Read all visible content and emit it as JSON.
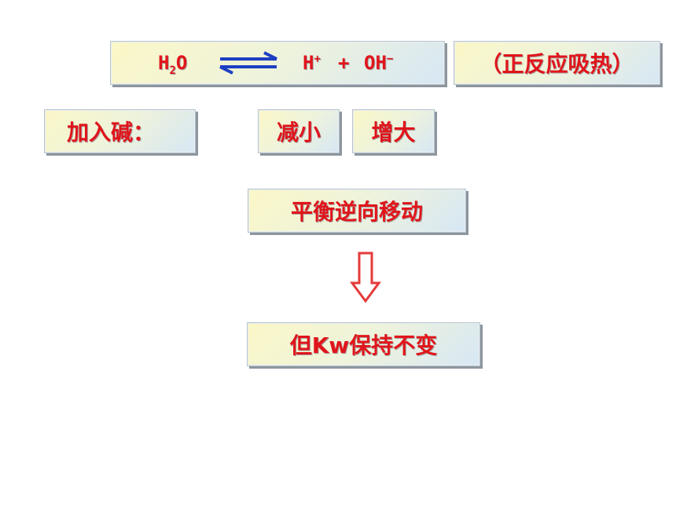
{
  "equation": {
    "h": "H",
    "sub2": "2",
    "o": "O",
    "hplus_h": "H",
    "hplus_sign": "+",
    "plus": "+",
    "oh": "OH",
    "oh_minus": "−"
  },
  "note": "（正反应吸热）",
  "condition_label": "加入碱：",
  "change_1": "减小",
  "change_2": "增大",
  "result_1": "平衡逆向移动",
  "result_2": "但Kw保持不变",
  "colors": {
    "text": "#e0151b",
    "equilibrium_arrow": "#1e3fc2",
    "down_arrow": "#e43a3a"
  }
}
